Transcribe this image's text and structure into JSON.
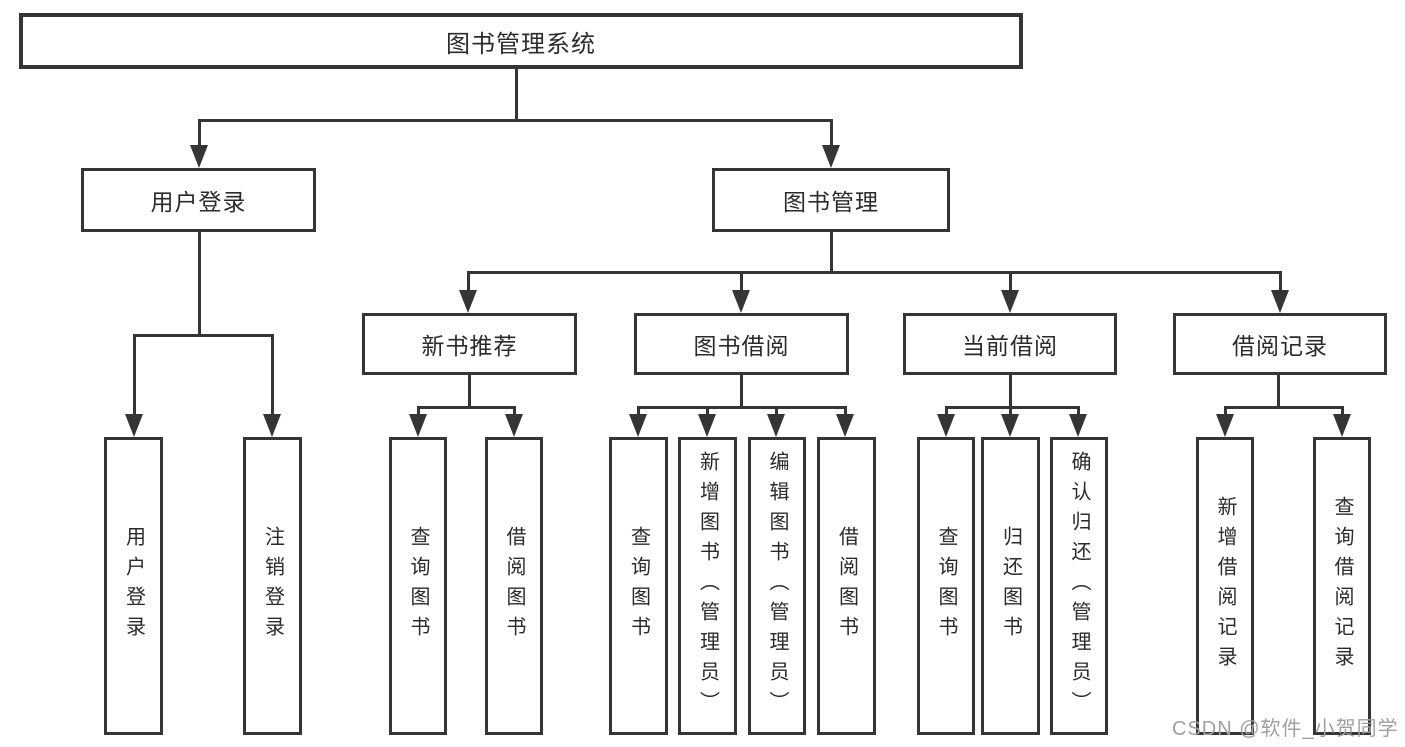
{
  "tree": {
    "root": "图书管理系统",
    "branches": [
      {
        "label": "用户登录",
        "children": [
          "用户登录",
          "注销登录"
        ]
      },
      {
        "label": "图书管理",
        "children": [
          {
            "label": "新书推荐",
            "children": [
              "查询图书",
              "借阅图书"
            ]
          },
          {
            "label": "图书借阅",
            "children": [
              "查询图书",
              "新增图书（管理员）",
              "编辑图书（管理员）",
              "借阅图书"
            ]
          },
          {
            "label": "当前借阅",
            "children": [
              "查询图书",
              "归还图书",
              "确认归还（管理员）"
            ]
          },
          {
            "label": "借阅记录",
            "children": [
              "新增借阅记录",
              "查询借阅记录"
            ]
          }
        ]
      }
    ]
  },
  "watermark": {
    "text": "CSDN @软件_小贺同学"
  },
  "colors": {
    "line": "#353535",
    "box_border": "#353535",
    "box_fill": "#ffffff",
    "text": "#2b2b2b",
    "watermark": "#a0a0a0"
  }
}
